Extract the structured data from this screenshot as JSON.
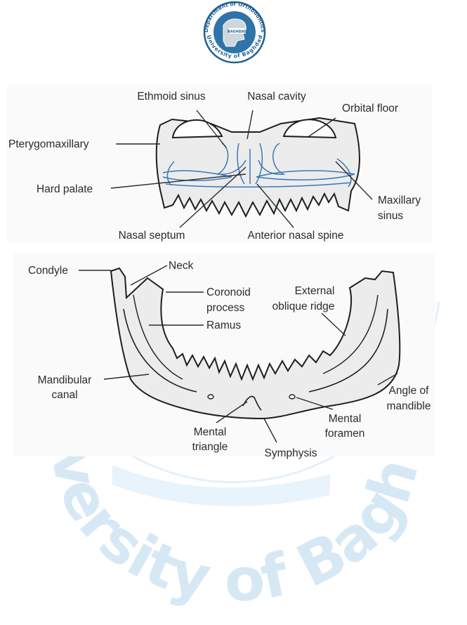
{
  "logo": {
    "ring_top_text": "Department of Orthodontics",
    "ring_bottom_text": "University of Baghdad",
    "badge_text": "BAGHDAD"
  },
  "watermark": {
    "text": "University of Baghdad"
  },
  "maxilla": {
    "labels": {
      "ethmoid_sinus": "Ethmoid sinus",
      "nasal_cavity": "Nasal cavity",
      "orbital_floor": "Orbital floor",
      "pterygomaxillary": "Pterygomaxillary",
      "hard_palate": "Hard palate",
      "maxillary_sinus_1": "Maxillary",
      "maxillary_sinus_2": "sinus",
      "nasal_septum": "Nasal septum",
      "anterior_nasal_spine": "Anterior nasal spine"
    }
  },
  "mandible": {
    "labels": {
      "condyle": "Condyle",
      "neck": "Neck",
      "coronoid_process_1": "Coronoid",
      "coronoid_process_2": "process",
      "external_oblique_ridge_1": "External",
      "external_oblique_ridge_2": "oblique ridge",
      "ramus": "Ramus",
      "mandibular_canal_1": "Mandibular",
      "mandibular_canal_2": "canal",
      "angle_of_mandible_1": "Angle of",
      "angle_of_mandible_2": "mandible",
      "mental_foramen_1": "Mental",
      "mental_foramen_2": "foramen",
      "mental_triangle_1": "Mental",
      "mental_triangle_2": "triangle",
      "symphysis": "Symphysis"
    }
  }
}
